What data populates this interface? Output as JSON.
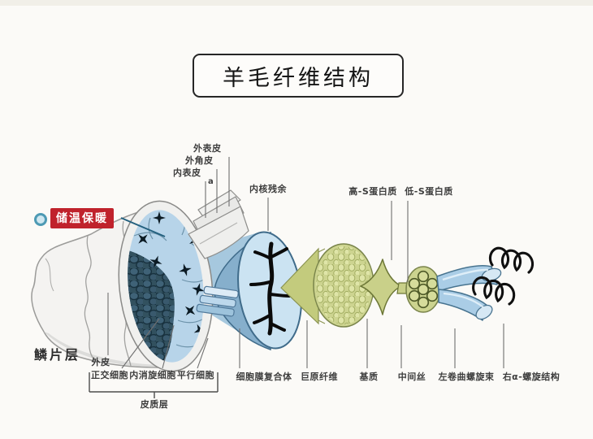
{
  "title": "羊毛纤维结构",
  "callout": {
    "text": "储温保暖"
  },
  "top_labels": {
    "outer_cuticle": "外表皮",
    "exo_cuticle": "外角皮",
    "endo_cuticle": "内表皮",
    "marker_a": "a",
    "inner_core": "内核残余",
    "high_s_protein": "高-S蛋白质",
    "low_s_protein": "低-S蛋白质"
  },
  "left_labels": {
    "scale_layer": "鳞片层",
    "outer_skin": "外皮"
  },
  "cortex_group": {
    "ortho_cells": "正交细胞",
    "meso_cells": "内消旋细胞",
    "parallel_cells": "平行细胞",
    "cortex_layer": "皮质层"
  },
  "bottom_labels": {
    "cmc": "细胞膜复合体",
    "macrofibril": "巨原纤维",
    "matrix": "基质",
    "intermediate_filament": "中间丝",
    "left_coiled_coil": "左卷曲螺旋束",
    "right_alpha_helix": "右α-螺旋结构"
  },
  "colors": {
    "badge_red": "#c0222c",
    "cell_light_blue": "#b7d4e9",
    "cell_dark_slate": "#2f4d60",
    "fibril_olive": "#ccd38f",
    "tube_blue": "#a9cde5"
  }
}
